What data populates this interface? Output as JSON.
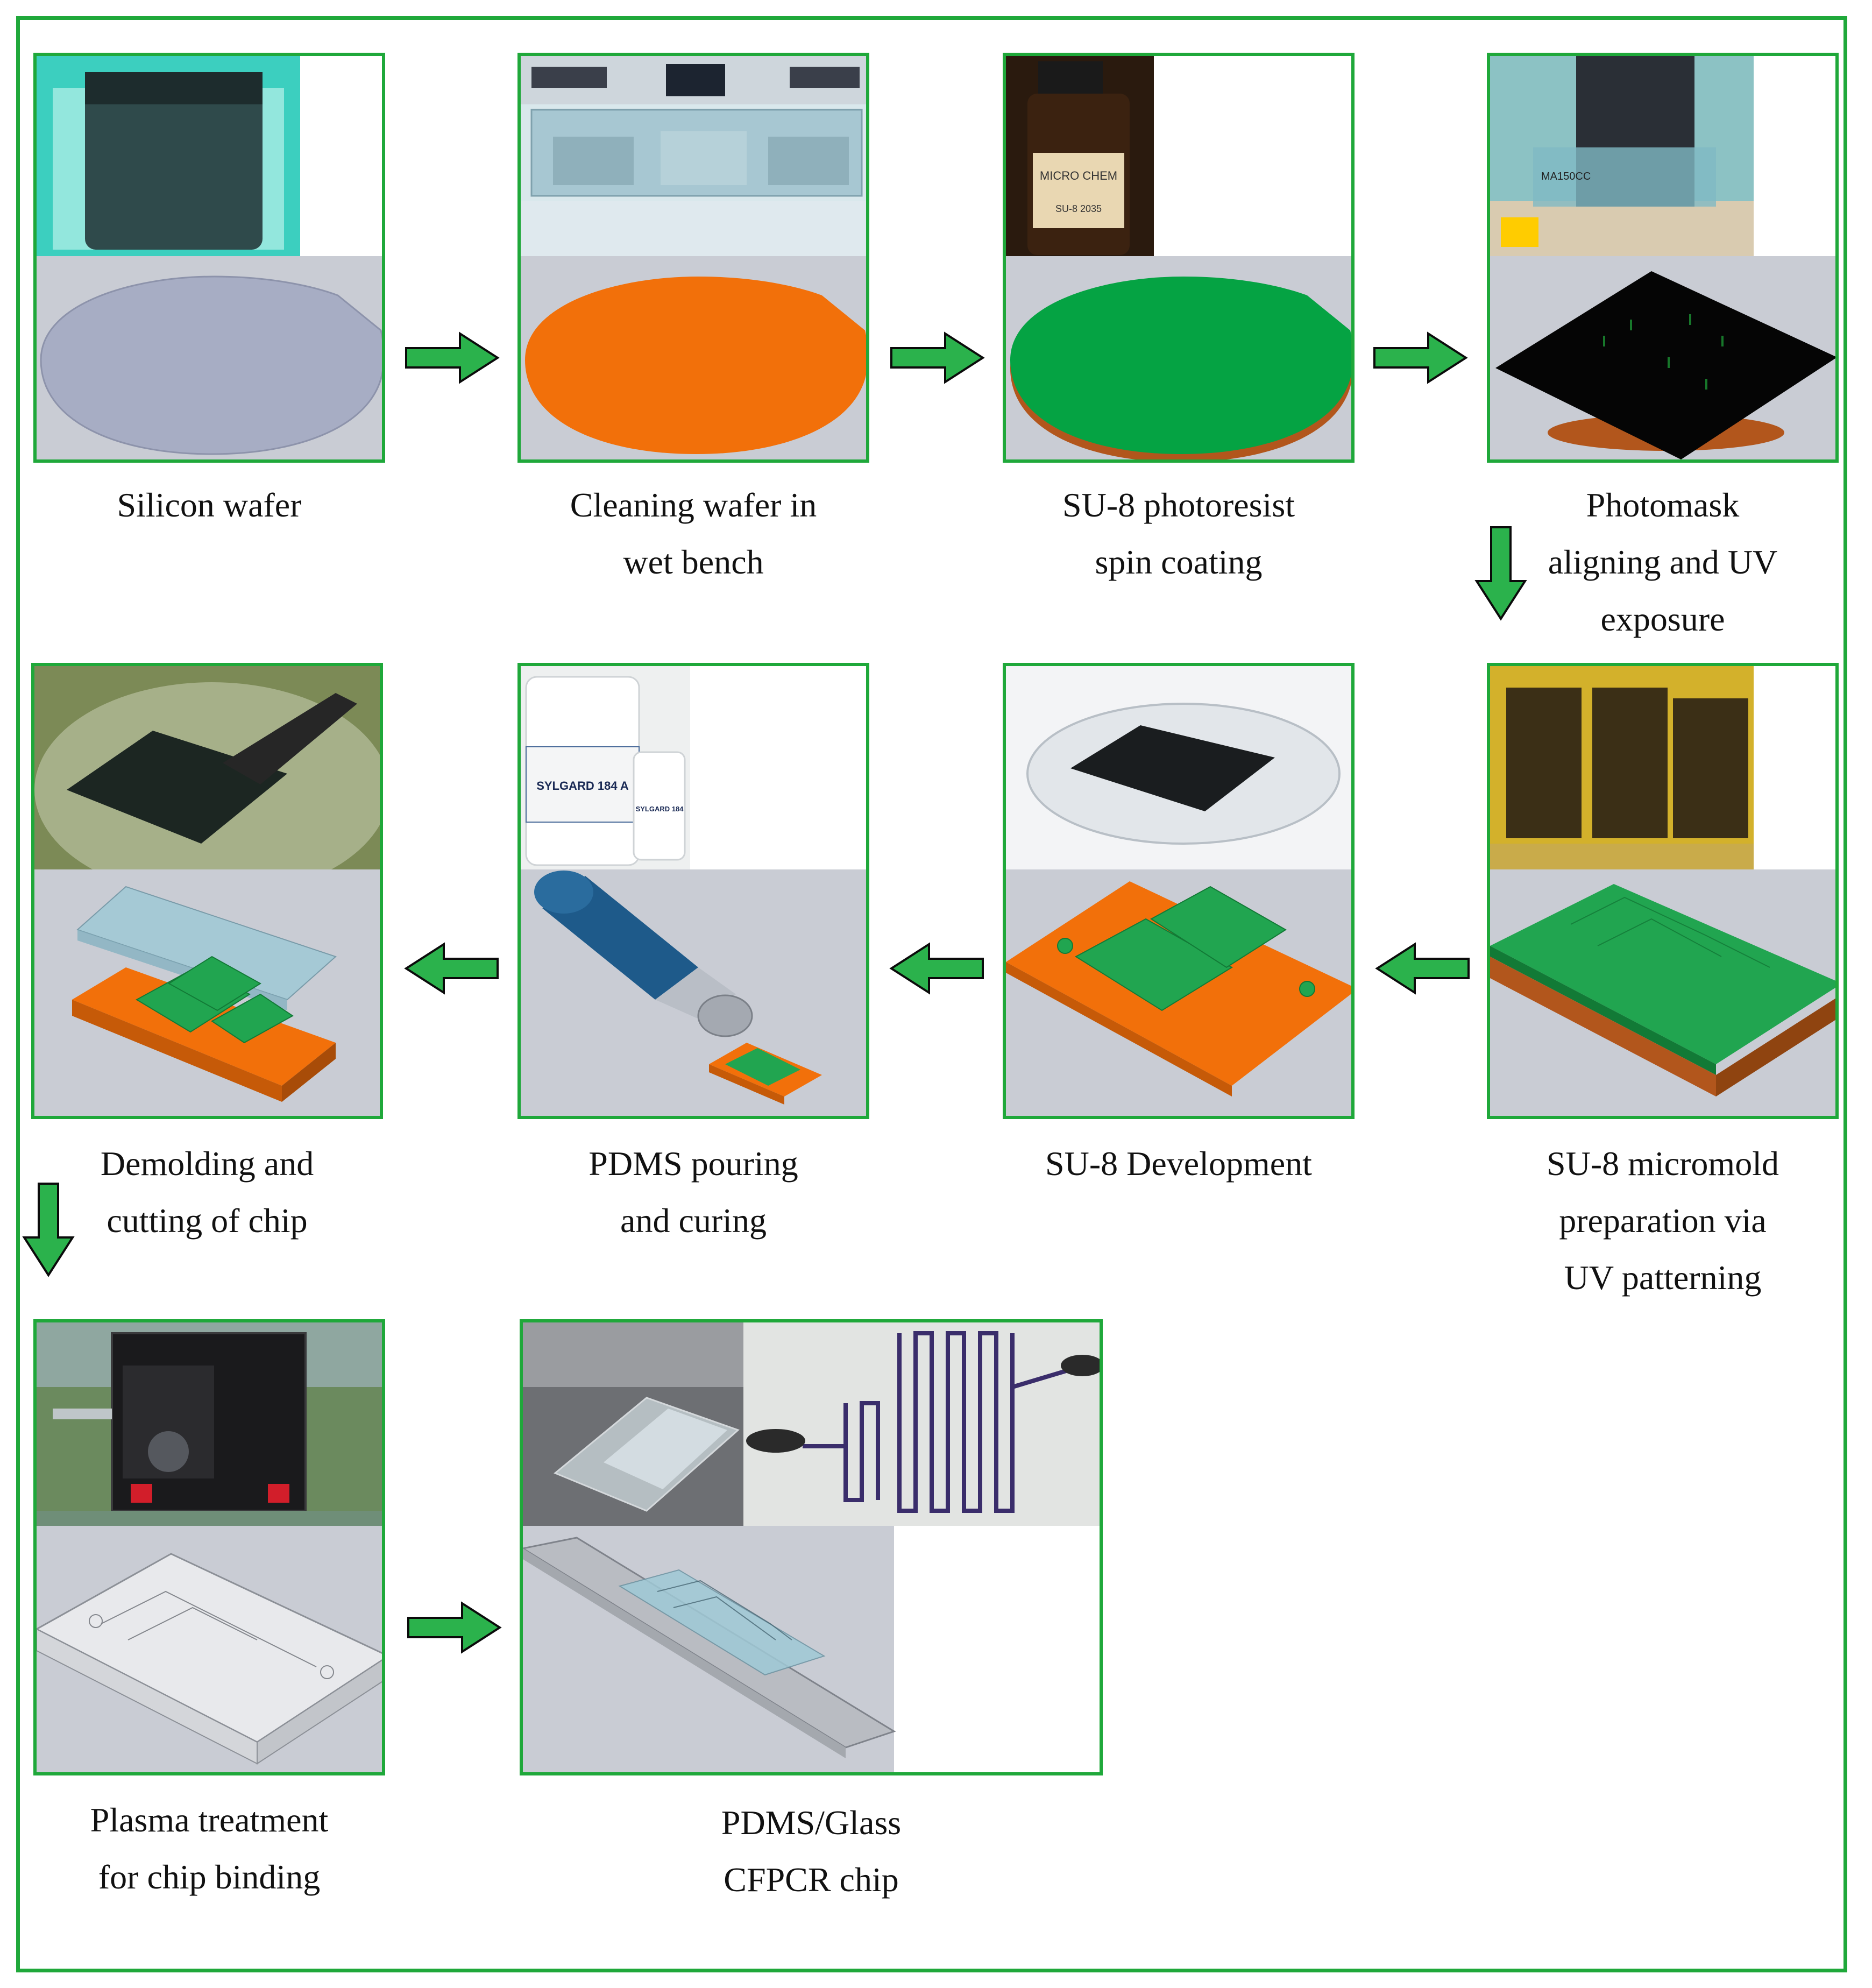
{
  "steps": [
    {
      "id": 1,
      "caption_lines": [
        "Silicon wafer"
      ]
    },
    {
      "id": 2,
      "caption_lines": [
        "Cleaning wafer in",
        "wet bench"
      ]
    },
    {
      "id": 3,
      "caption_lines": [
        "SU-8 photoresist",
        "spin coating"
      ]
    },
    {
      "id": 4,
      "caption_lines": [
        "Photomask",
        "aligning and UV",
        "exposure"
      ]
    },
    {
      "id": 5,
      "caption_lines": [
        "SU-8 micromold",
        "preparation via",
        "UV patterning"
      ]
    },
    {
      "id": 6,
      "caption_lines": [
        "SU-8 Development"
      ]
    },
    {
      "id": 7,
      "caption_lines": [
        "PDMS pouring",
        "and curing"
      ]
    },
    {
      "id": 8,
      "caption_lines": [
        "Demolding and",
        "cutting of chip"
      ]
    },
    {
      "id": 9,
      "caption_lines": [
        "Plasma treatment",
        "for chip binding"
      ]
    },
    {
      "id": 10,
      "caption_lines": [
        "PDMS/Glass",
        "CFPCR chip"
      ]
    }
  ],
  "photo_labels": {
    "aligner": "MA150CC",
    "bottle": "MICRO CHEM",
    "bottle_product": "SU-8 2035",
    "pdms_a": "SYLGARD 184 A",
    "pdms_b": "SYLGARD 184"
  },
  "colors": {
    "frame": "#1fa83a",
    "arrow_fill": "#2bb24c",
    "arrow_outline": "#0b0b0b",
    "wafer": "#a7adc4",
    "wafer_cleaned": "#f2700a",
    "photoresist": "#05a343",
    "mask": "#050505",
    "substrate": "#f2700a",
    "channels": "#21a550",
    "pdms": "#9fc9d6",
    "render_bg": "#c9ccd4"
  }
}
